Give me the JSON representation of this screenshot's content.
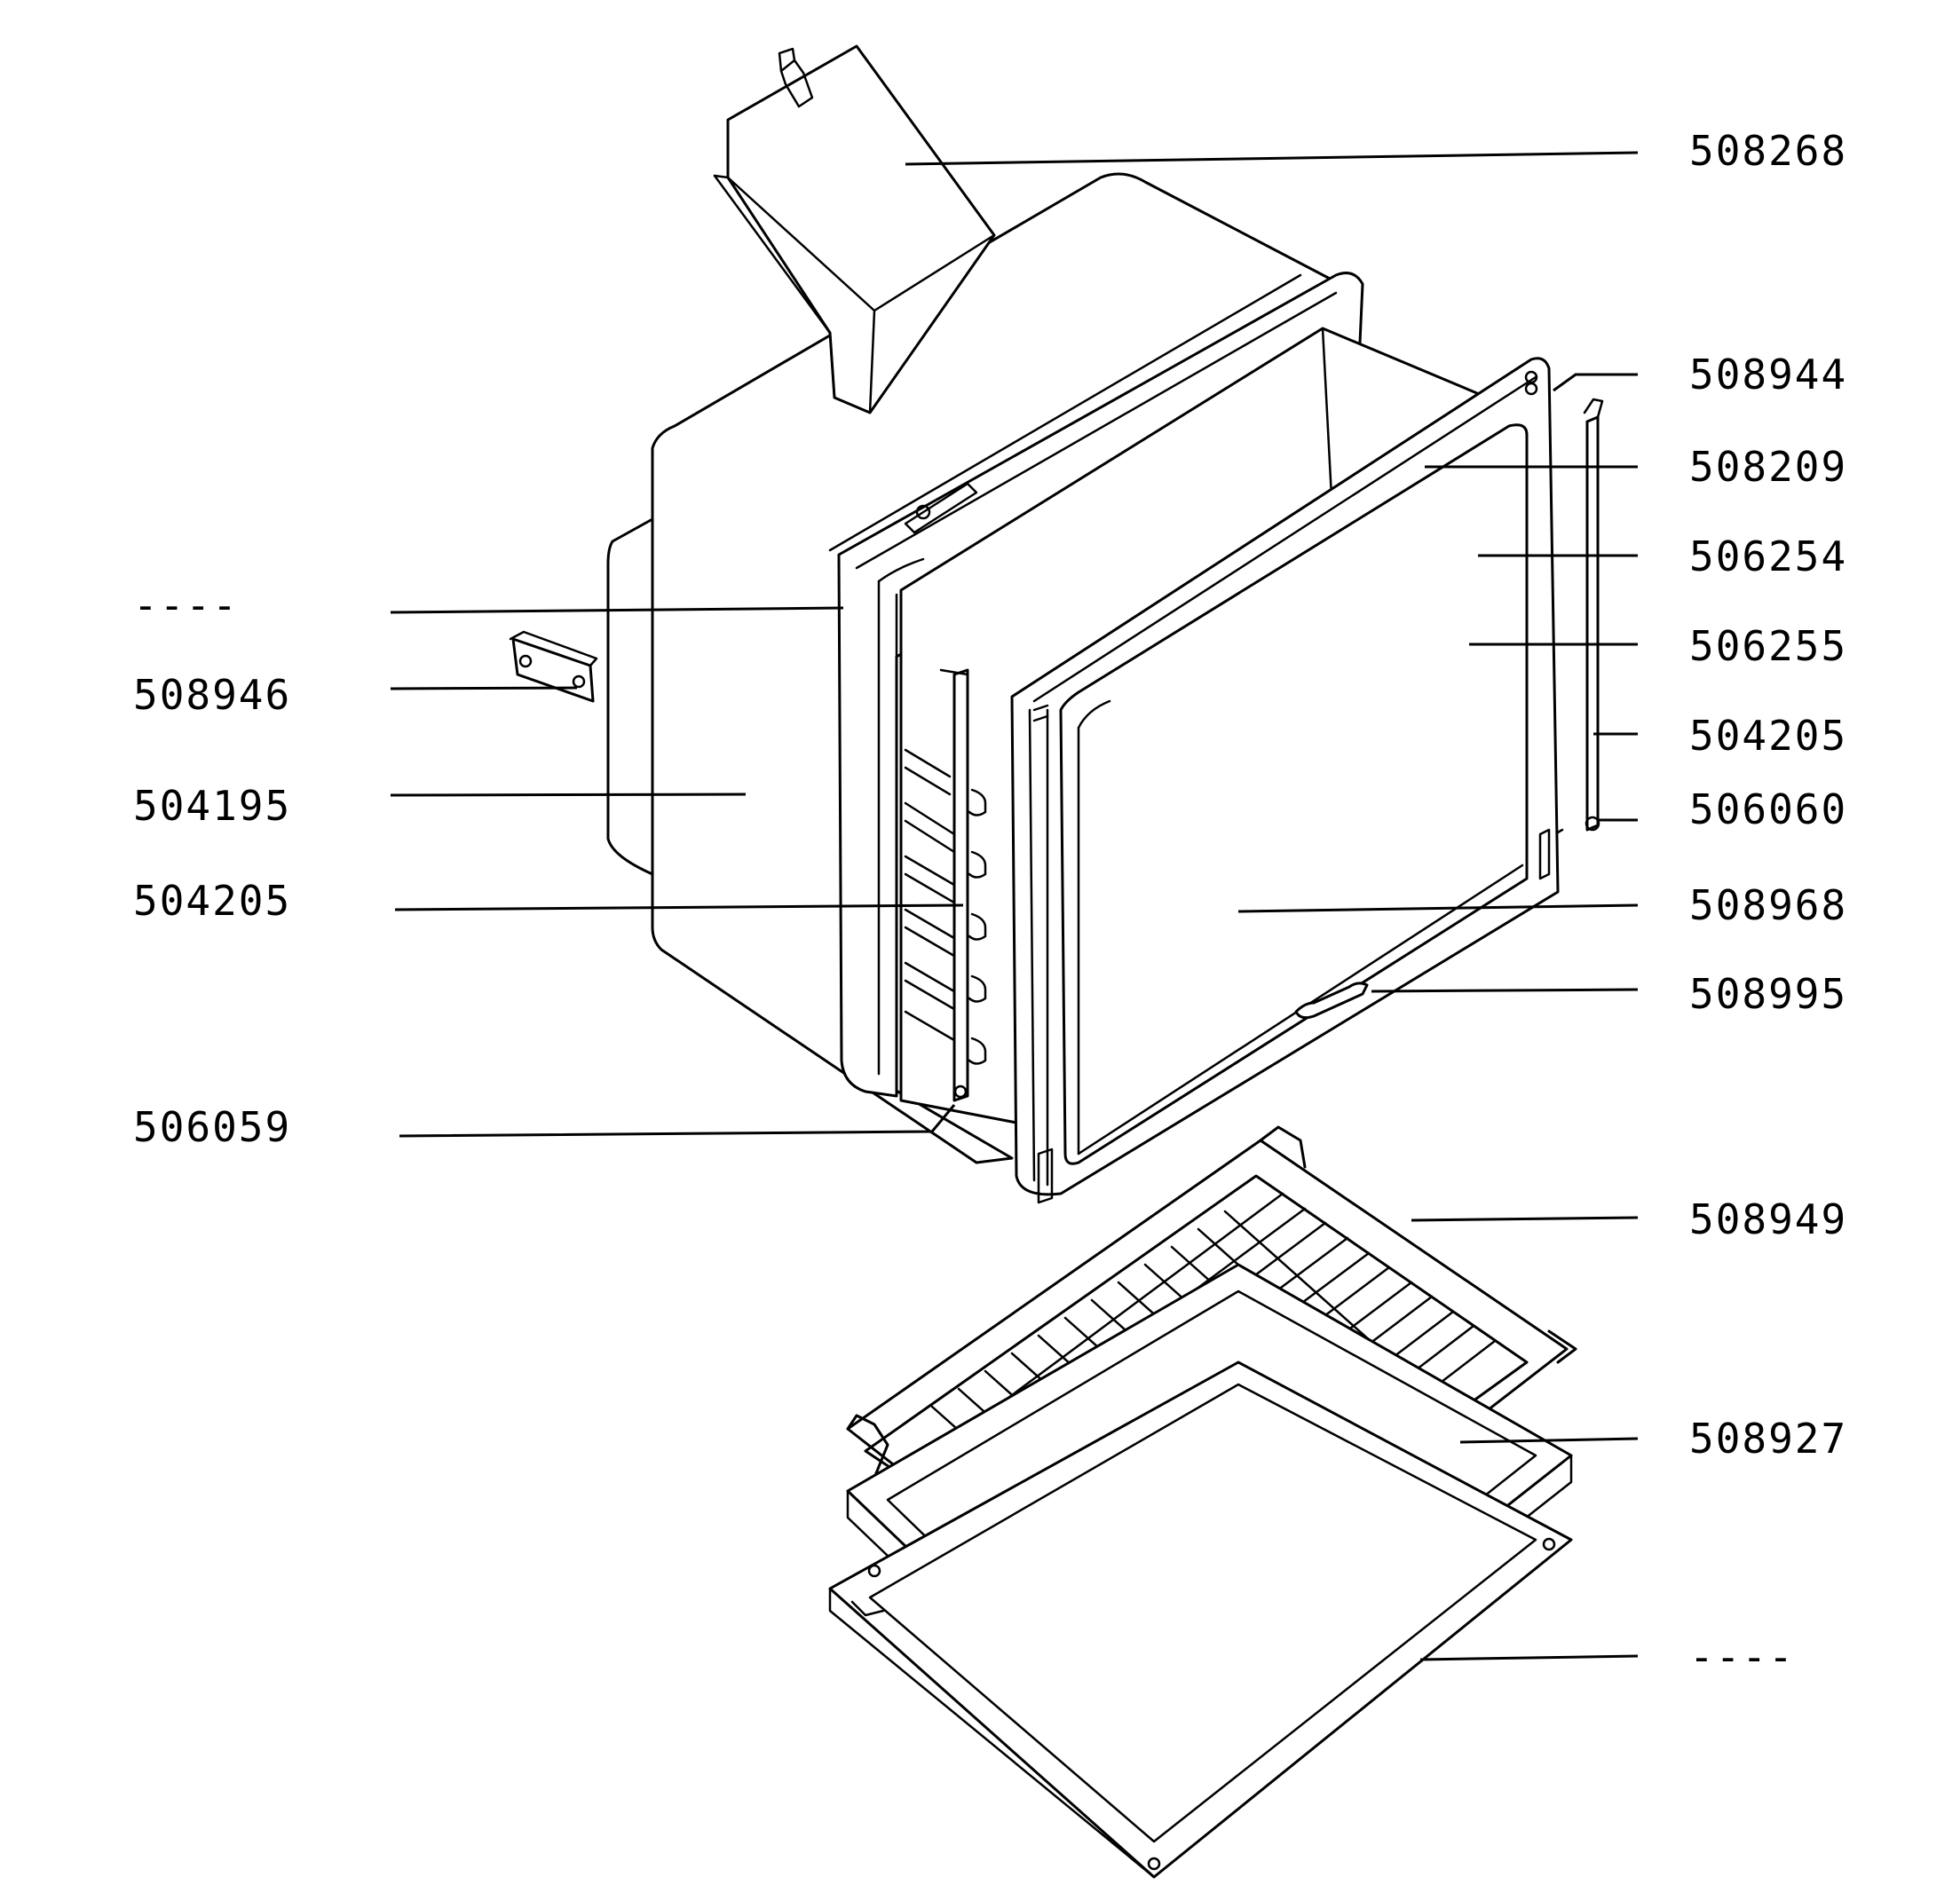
{
  "callouts": {
    "r_508268": "508268",
    "r_508944": "508944",
    "r_508209": "508209",
    "r_506254": "506254",
    "r_506255": "506255",
    "r_504205": "504205",
    "r_506060": "506060",
    "r_508968": "508968",
    "r_508995": "508995",
    "r_508949": "508949",
    "r_508927": "508927",
    "r_dash": "----",
    "l_dash": "----",
    "l_508946": "508946",
    "l_504195": "504195",
    "l_504205": "504205",
    "l_506059": "506059"
  }
}
